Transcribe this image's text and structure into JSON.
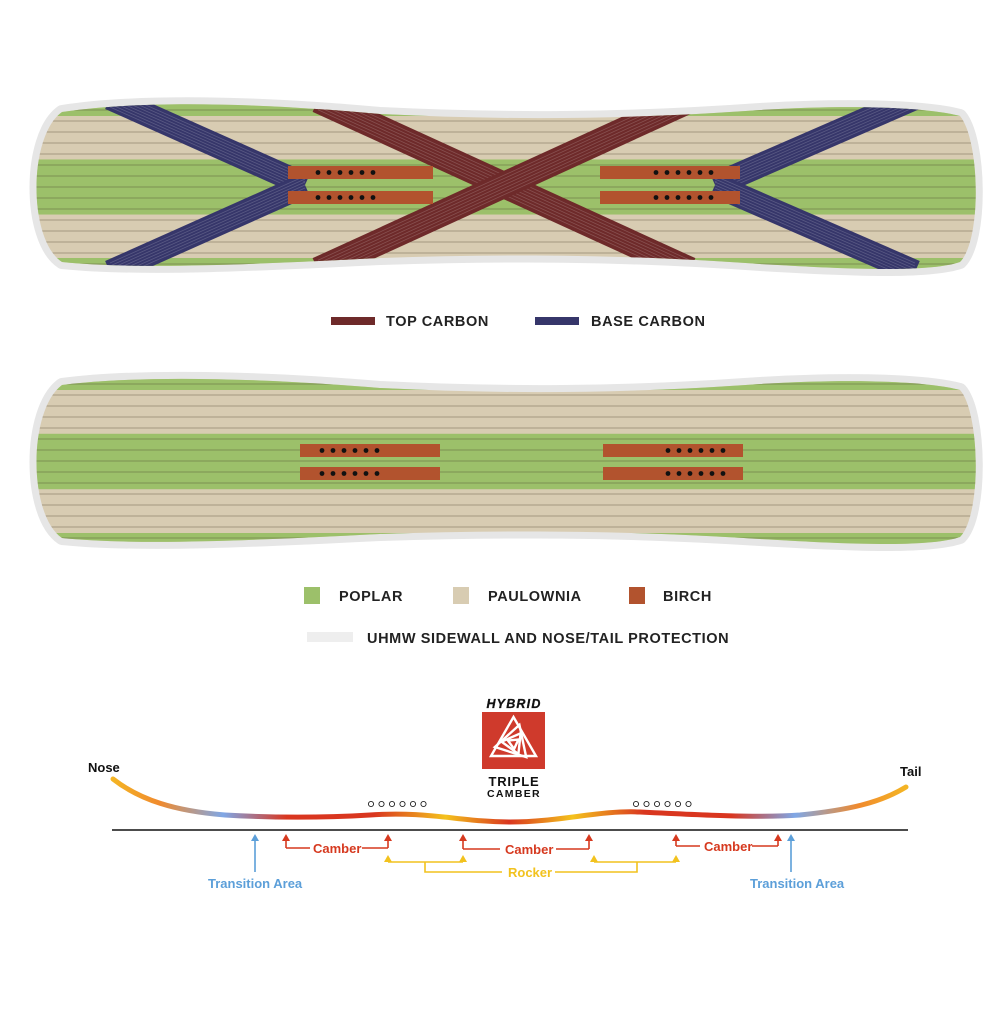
{
  "colors": {
    "poplar": "#9cc06a",
    "paulownia": "#d8ccb2",
    "birch": "#b2532e",
    "top_carbon": "#6e2a2a",
    "base_carbon": "#36366a",
    "uhmw": "#eeeeee",
    "camber": "#d6391f",
    "rocker": "#f2c21e",
    "transition": "#5c9fd9",
    "logo_red": "#cf3a2c"
  },
  "legend_carbon": {
    "top_carbon": "TOP CARBON",
    "base_carbon": "BASE CARBON"
  },
  "legend_wood": {
    "poplar": "POPLAR",
    "paulownia": "PAULOWNIA",
    "birch": "BIRCH",
    "uhmw": "UHMW SIDEWALL AND NOSE/TAIL PROTECTION"
  },
  "logo": {
    "top": "HYBRID",
    "middle": "TRIPLE",
    "bottom": "CAMBER"
  },
  "profile": {
    "nose": "Nose",
    "tail": "Tail",
    "camber_left": "Camber",
    "camber_center": "Camber",
    "camber_right": "Camber",
    "rocker": "Rocker",
    "transition_left": "Transition Area",
    "transition_right": "Transition Area"
  }
}
